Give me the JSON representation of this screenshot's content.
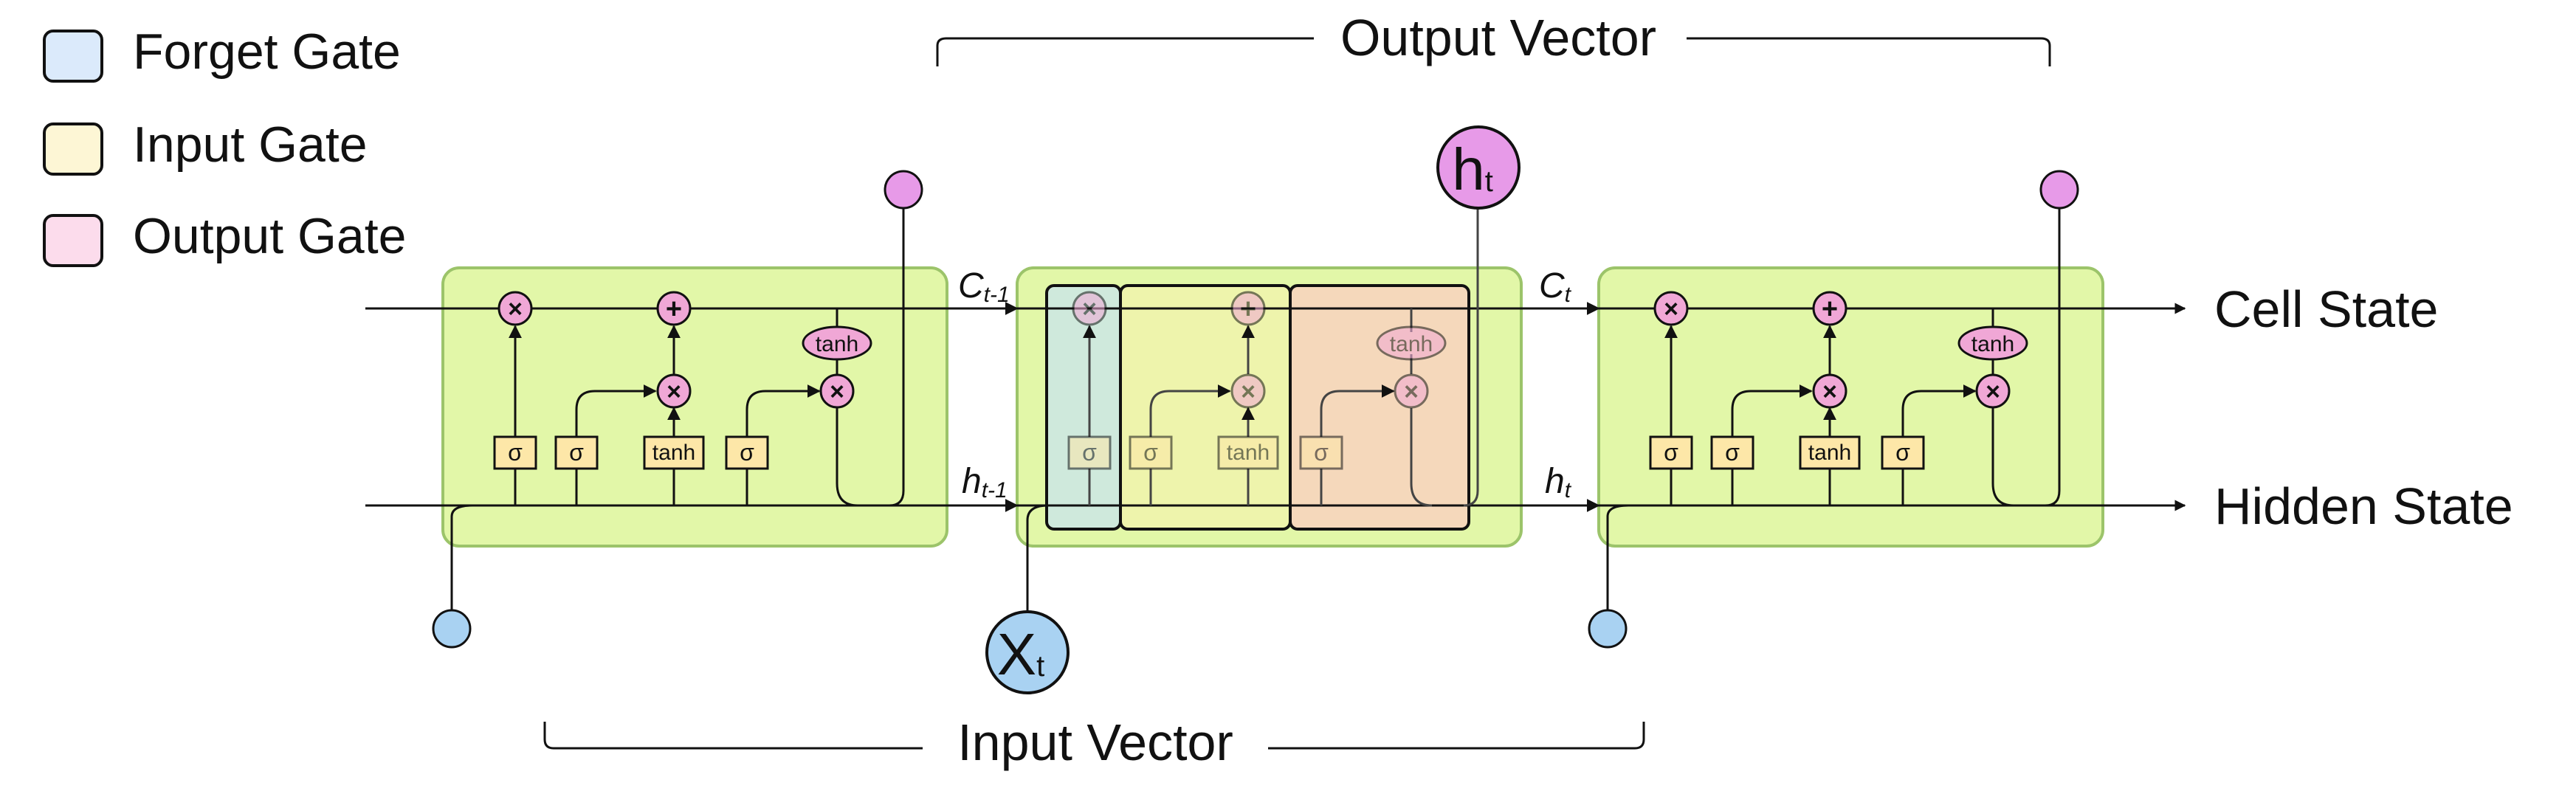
{
  "legend": [
    {
      "label": "Forget Gate",
      "color": "#dbeafb"
    },
    {
      "label": "Input Gate",
      "color": "#fdf6d5"
    },
    {
      "label": "Output Gate",
      "color": "#fcdcec"
    }
  ],
  "braces": {
    "output_vector": "Output Vector",
    "input_vector": "Input Vector"
  },
  "side_labels": {
    "cell_state": "Cell State",
    "hidden_state": "Hidden State"
  },
  "flow_labels": {
    "c_prev_base": "C",
    "c_prev_sub": "t-1",
    "h_prev_base": "h",
    "h_prev_sub": "t-1",
    "c_next_base": "C",
    "c_next_sub": "t",
    "h_next_base": "h",
    "h_next_sub": "t"
  },
  "nodes": {
    "h_out_base": "h",
    "h_out_sub": "t",
    "x_in_base": "X",
    "x_in_sub": "t"
  },
  "ops": {
    "multiply": "×",
    "add": "+",
    "sigmoid": "σ",
    "tanh": "tanh"
  },
  "colors": {
    "cell_fill": "#e2f7a8",
    "cell_stroke": "#9cc46a",
    "forget_region": "#cfe9dc",
    "input_region": "#eef4ac",
    "output_region": "#f5d8bb",
    "op_pink": "#f0a7d6",
    "gate_box": "#fde7a8",
    "node_pink": "#e79ae8",
    "node_blue": "#a9d2f2"
  }
}
